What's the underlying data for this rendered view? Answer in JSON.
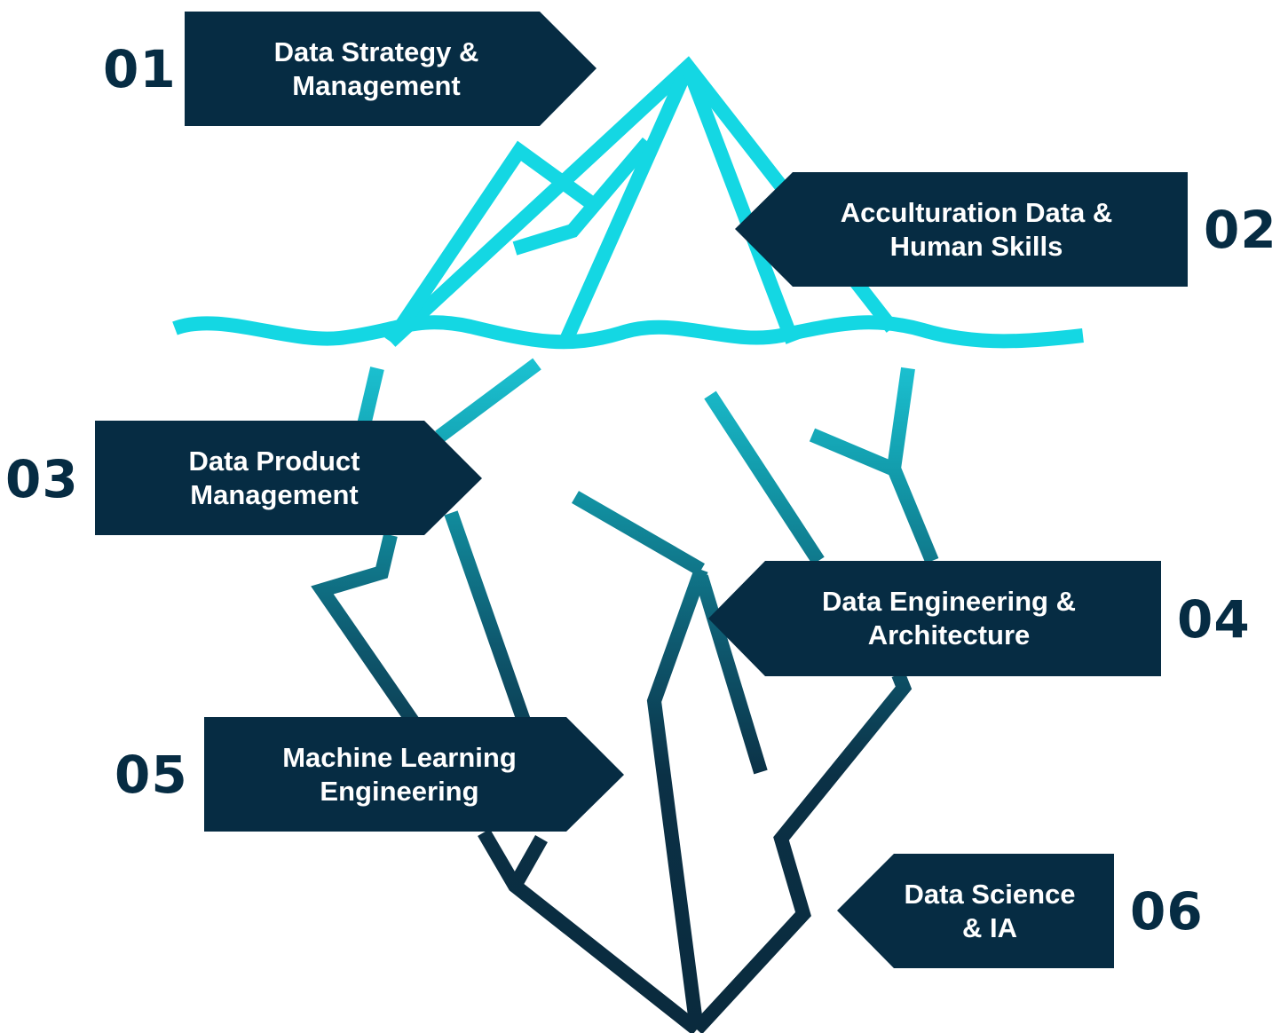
{
  "colors": {
    "tag_fill": "#062c43",
    "number_text": "#062c43",
    "label_text": "#ffffff",
    "ice_above": "#14d7e3",
    "ice_below_top": "#18a8b8",
    "ice_below_bottom": "#0b2d42"
  },
  "steps": [
    {
      "number": "01",
      "label": "Data Strategy &\nManagement"
    },
    {
      "number": "02",
      "label": "Acculturation Data &\nHuman Skills"
    },
    {
      "number": "03",
      "label": "Data Product\nManagement"
    },
    {
      "number": "04",
      "label": "Data Engineering &\nArchitecture"
    },
    {
      "number": "05",
      "label": "Machine Learning\nEngineering"
    },
    {
      "number": "06",
      "label": "Data Science\n& IA"
    }
  ]
}
